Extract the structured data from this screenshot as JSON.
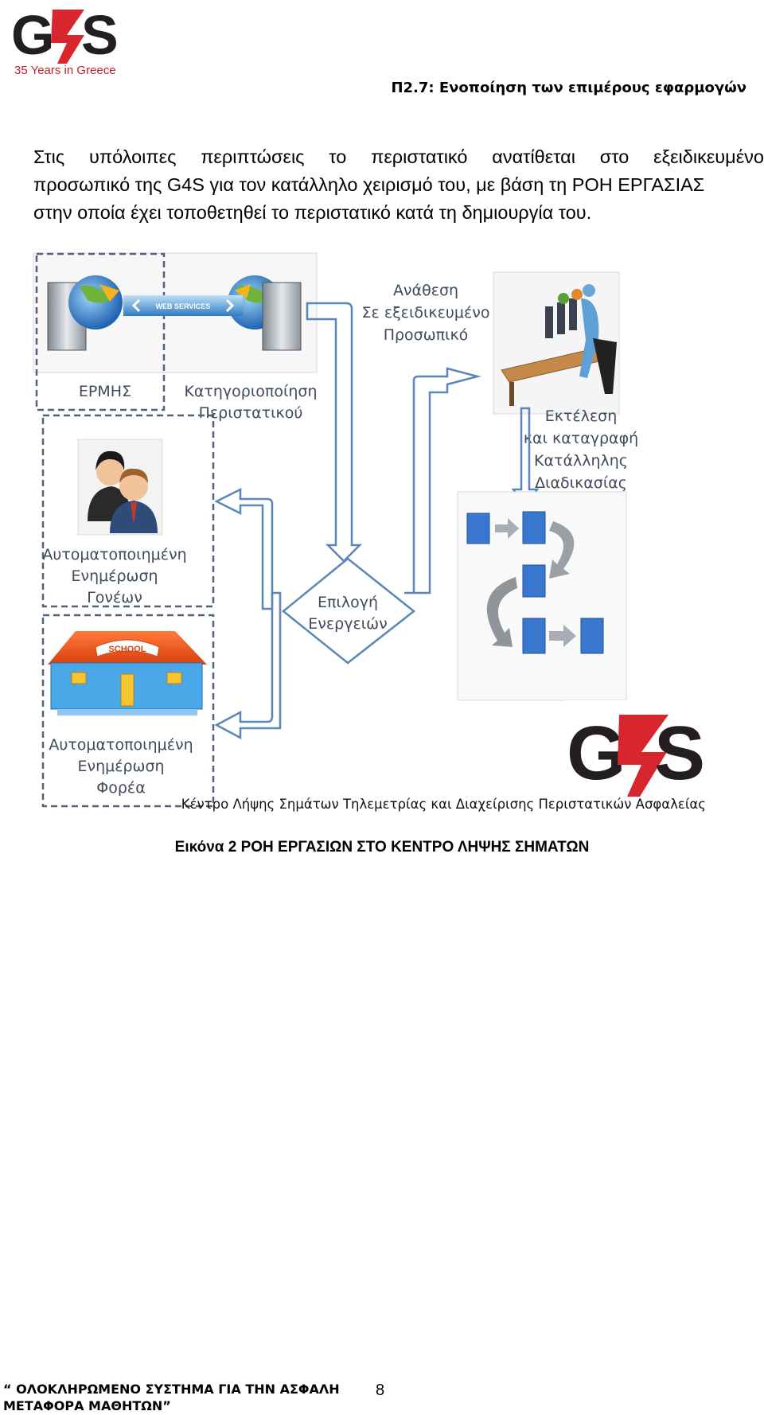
{
  "header": {
    "logo_text": "G4S",
    "logo_tagline": "35 Years in Greece",
    "section_title": "Π2.7: Ενοποίηση των επιμέρους εφαρμογών"
  },
  "body": {
    "paragraph_lines": [
      "Στις υπόλοιπες περιπτώσεις το περιστατικό ανατίθεται στο εξειδικευμένο",
      "προσωπικό της G4S για τον κατάλληλο χειρισμό του, με βάση τη ΡΟΗ ΕΡΓΑΣΙΑΣ",
      "στην οποία έχει τοποθετηθεί το περιστατικό κατά τη δημιουργία  του."
    ]
  },
  "diagram": {
    "web_services": "WEB SERVICES",
    "ermis": "ΕΡΜΗΣ",
    "categorization": [
      "Κατηγοριοποίηση",
      "Περιστατικού"
    ],
    "assignment": [
      "Ανάθεση",
      "Σε εξειδικευμένο",
      "Προσωπικό"
    ],
    "execution": [
      "Εκτέλεση",
      "και καταγραφή",
      "Κατάλληλης",
      "Διαδικασίας"
    ],
    "parents_update": [
      "Αυτοματοποιημένη",
      "Ενημέρωση",
      "Γονέων"
    ],
    "actions": [
      "Επιλογή",
      "Ενεργειών"
    ],
    "school_sign": "SCHOOL",
    "provider_update": [
      "Αυτοματοποιημένη",
      "Ενημέρωση",
      "Φορέα"
    ],
    "logo_text": "G4S",
    "footer_text": "Κέντρο Λήψης Σημάτων Τηλεμετρίας και Διαχείρισης Περιστατικών Ασφαλείας"
  },
  "caption": "Εικόνα 2 ΡΟΗ ΕΡΓΑΣΙΩΝ ΣΤΟ ΚΕΝΤΡΟ ΛΗΨΗΣ ΣΗΜΑΤΩΝ",
  "footer": {
    "left_line1": "“ ΟΛΟΚΛΗΡΩΜΕΝΟ ΣΥΣΤΗΜΑ ΓΙΑ ΤΗΝ ΑΣΦΑΛΗ",
    "left_line2": "ΜΕΤΑΦΟΡΑ ΜΑΘΗΤΩΝ”",
    "page_number": "8"
  },
  "colors": {
    "brand_red": "#d7262d",
    "dark": "#231f20",
    "arrow_stroke": "#5b86b8",
    "box_blue": "#3a78d0"
  }
}
